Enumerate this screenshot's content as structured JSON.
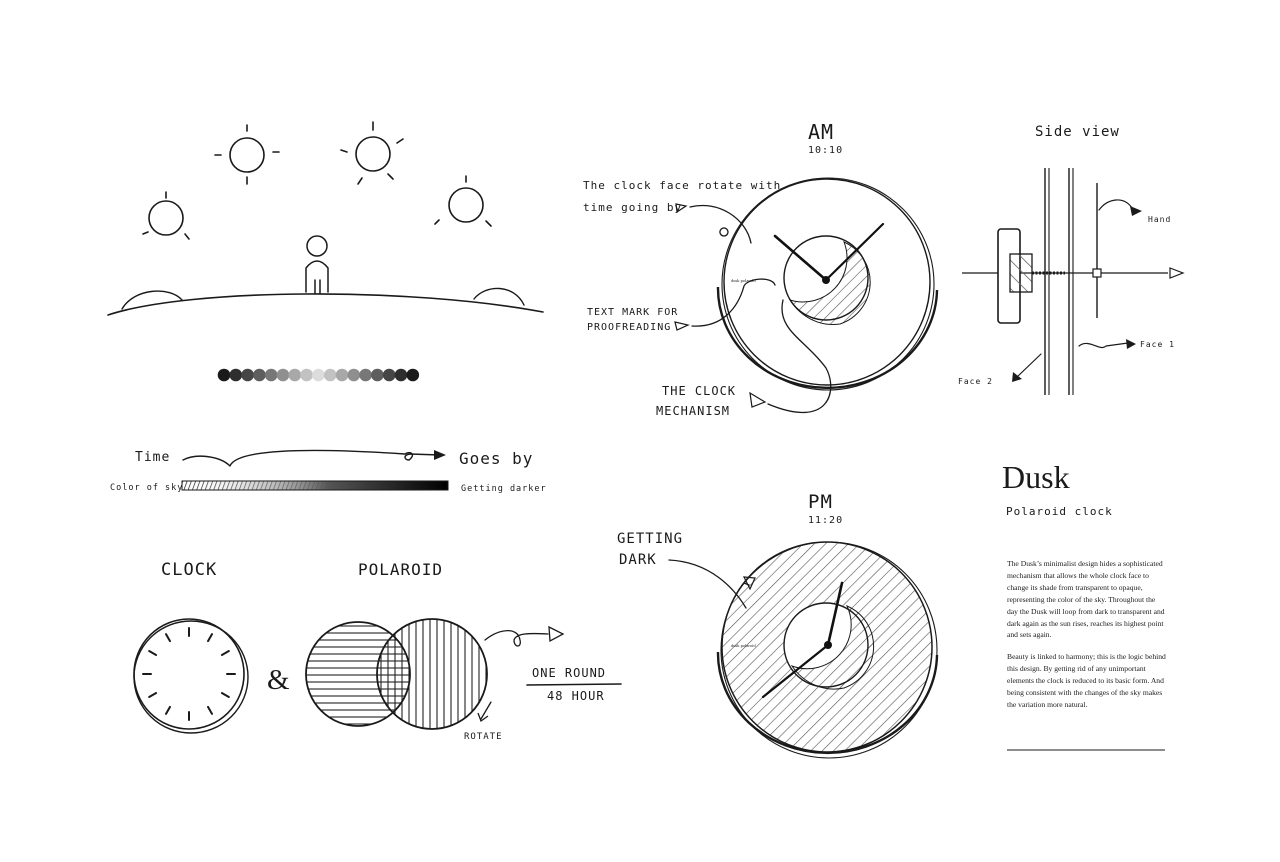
{
  "sky": {
    "swatches": [
      "#1a1a1a",
      "#2e2e2e",
      "#464646",
      "#5e5e5e",
      "#777777",
      "#8f8f8f",
      "#a8a8a8",
      "#c2c2c2",
      "#dcdcdc",
      "#c2c2c2",
      "#a8a8a8",
      "#8f8f8f",
      "#777777",
      "#5e5e5e",
      "#464646",
      "#2e2e2e",
      "#1a1a1a"
    ]
  },
  "timeline": {
    "time_label": "Time",
    "goes_by_label": "Goes by",
    "color_of_sky_label": "Color of sky",
    "getting_darker_label": "Getting darker"
  },
  "concept": {
    "clock_title": "CLOCK",
    "ampersand": "&",
    "polaroid_title": "POLAROID",
    "one_round_label": "ONE ROUND",
    "hours_label": "48 HOUR",
    "rotate_label": "ROTATE"
  },
  "am": {
    "title": "AM",
    "time": "10:10",
    "note_face_line1": "The clock face rotate with",
    "note_face_line2": "time going by",
    "note_text_line1": "TEXT MARK FOR",
    "note_text_line2": "PROOFREADING",
    "note_mech_line1": "THE CLOCK",
    "note_mech_line2": "MECHANISM",
    "dial_mark": "dusk polaroid"
  },
  "side": {
    "title": "Side view",
    "hand_label": "Hand",
    "face1_label": "Face 1",
    "face2_label": "Face 2"
  },
  "pm": {
    "title": "PM",
    "time": "11:20",
    "note_line1": "GETTING",
    "note_line2": "DARK",
    "dial_mark": "dusk polaroid"
  },
  "brand": {
    "name": "Dusk",
    "subtitle": "Polaroid clock",
    "paragraph1": "The Dusk’s minimalist design hides a sophisticated mechanism that allows the whole clock face to change its shade from transparent to opaque, representing the color of the sky. Throughout the day the Dusk will loop from dark to transparent and dark again as the sun rises, reaches its highest point and sets again.",
    "paragraph2": "Beauty is linked to harmony; this is the logic behind this design. By getting rid of any unimportant elements the clock is reduced to its basic form. And being consistent with the changes of the sky makes the variation more natural."
  }
}
